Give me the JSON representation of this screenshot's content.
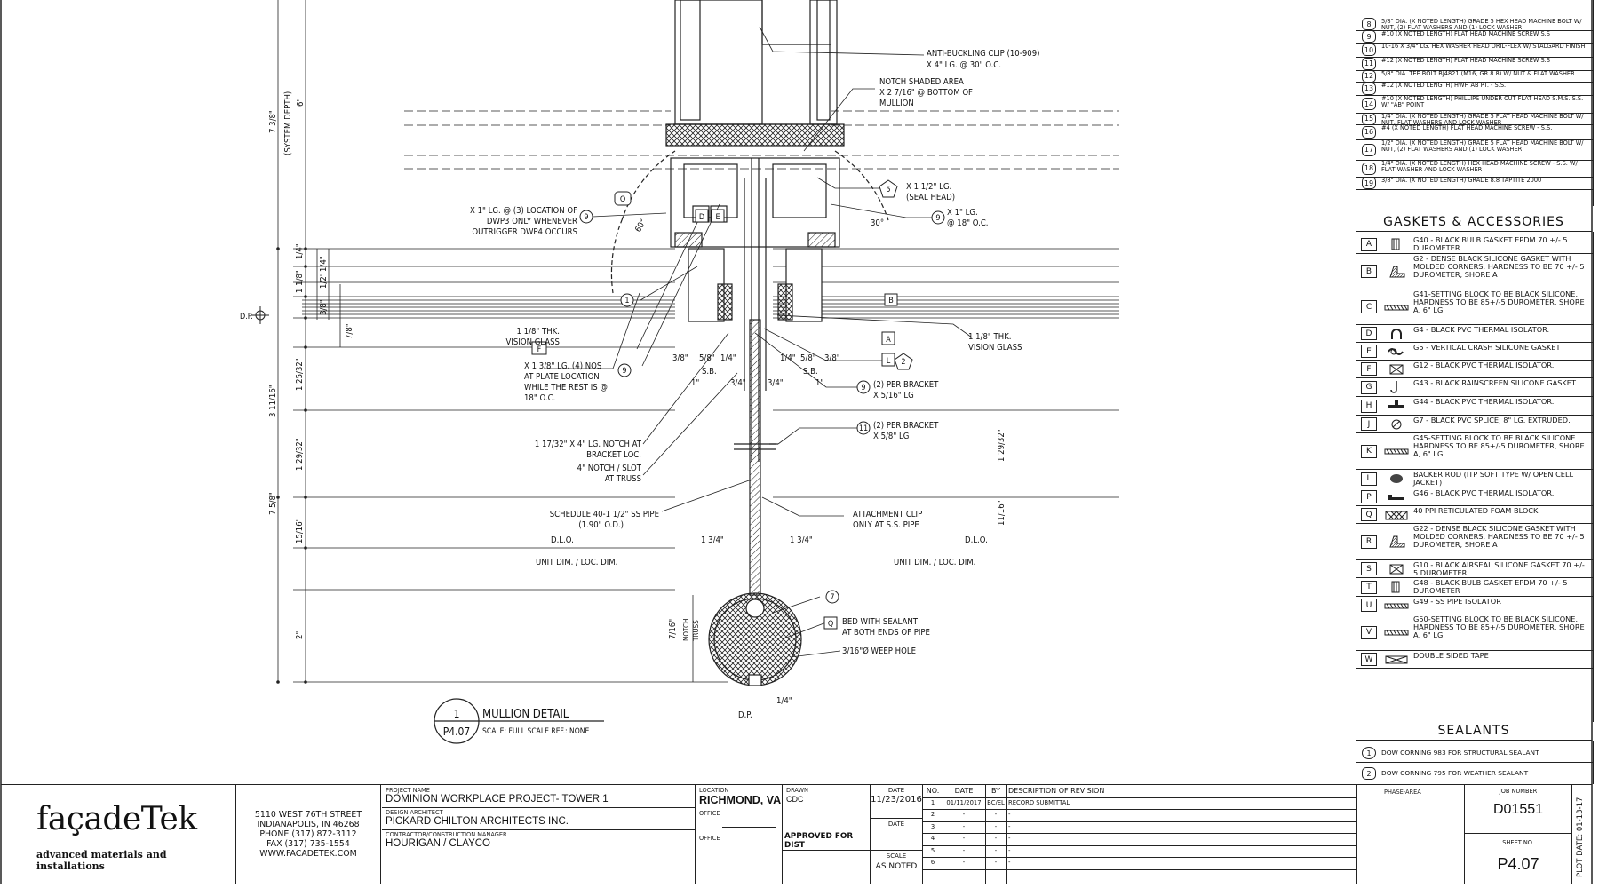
{
  "callouts": {
    "anti_buckling": [
      "ANTI-BUCKLING CLIP (10-909)",
      "X 4\" LG. @ 30\" O.C."
    ],
    "notch_shaded": [
      "NOTCH SHADED AREA",
      "X 2 7/16\" @ BOTTOM OF",
      "MULLION"
    ],
    "seal_head": [
      "X 1 1/2\" LG.",
      "(SEAL HEAD)"
    ],
    "tag_5": "5",
    "tag_9_right_text": [
      "X 1\" LG.",
      "@ 18\" O.C."
    ],
    "tag_9": "9",
    "left_9_text": [
      "X 1\" LG. @ (3) LOCATION OF",
      "DWP3 ONLY WHENEVER",
      "OUTRIGGER DWP4 OCCURS"
    ],
    "vision_glass_left": [
      "1 1/8\" THK.",
      "VISION GLASS"
    ],
    "vision_glass_right": [
      "1 1/8\" THK.",
      "VISION GLASS"
    ],
    "plate_location": [
      "X 1 3/8\" LG. (4) NOS",
      "AT PLATE LOCATION",
      "WHILE THE REST IS @",
      "18\" O.C."
    ],
    "bracket_9": [
      "(2) PER BRACKET",
      "X 5/16\" LG"
    ],
    "bracket_11": [
      "(2) PER BRACKET",
      "X 5/8\" LG"
    ],
    "notch_bracket": [
      "1 17/32\" X 4\" LG. NOTCH AT",
      "BRACKET LOC."
    ],
    "notch_slot": [
      "4\" NOTCH / SLOT",
      "AT TRUSS"
    ],
    "ss_pipe": [
      "SCHEDULE 40-1 1/2\" SS PIPE",
      "(1.90\" O.D.)"
    ],
    "attachment_clip": [
      "ATTACHMENT CLIP",
      "ONLY AT S.S. PIPE"
    ],
    "bed_sealant": [
      "BED WITH SEALANT",
      "AT BOTH ENDS OF PIPE"
    ],
    "weep_hole": "3/16\"Ø WEEP HOLE",
    "dlo": "D.L.O.",
    "unit_dim": "UNIT DIM. / LOC. DIM.",
    "dp": "D.P.",
    "notch_truss": [
      "NOTCH",
      "TRUSS"
    ]
  },
  "dimensions": {
    "system_depth": [
      "7 3/8\"",
      "(SYSTEM DEPTH)",
      "6\""
    ],
    "left_stack": [
      "1/4\"",
      "1 1/8\"",
      "1/2\"",
      "1/4\"",
      "3/8\"",
      "7/8\"",
      "1 25/32\"",
      "3 11/16\"",
      "1 29/32\"",
      "7 5/8\"",
      "15/16\"",
      "2\"",
      "7/16\""
    ],
    "glass_offsets_left": [
      "3/8\"",
      "5/8\"",
      "1/4\""
    ],
    "glass_offsets_right": [
      "1/4\"",
      "5/8\"",
      "3/8\""
    ],
    "sb": "S.B.",
    "one_inch": "1\"",
    "three_quarter": "3/4\"",
    "one_three_quarter": "1 3/4\"",
    "right_29_32": "1 29/32\"",
    "right_11_16": "11/16\"",
    "bottom_quarter": "1/4\"",
    "angle_30": "30°",
    "angle_60": "60°"
  },
  "detail_title": {
    "number": "1",
    "sheet": "P4.07",
    "name": "MULLION DETAIL",
    "scale": "SCALE: FULL SCALE  REF.: NONE"
  },
  "fasteners": [
    {
      "tag": "8",
      "desc": "5/8\" DIA. (X NOTED LENGTH) GRADE 5 HEX HEAD MACHINE BOLT W/ NUT, (2) FLAT WASHERS AND (1) LOCK WASHER"
    },
    {
      "tag": "9",
      "desc": "#10 (X NOTED LENGTH) FLAT HEAD MACHINE SCREW S.S"
    },
    {
      "tag": "10",
      "desc": "10-16 X 3/4\" LG. HEX WASHER HEAD DRIL-FLEX W/ STALGARD FINISH"
    },
    {
      "tag": "11",
      "desc": "#12 (X NOTED LENGTH) FLAT HEAD MACHINE SCREW S.S"
    },
    {
      "tag": "12",
      "desc": "5/8\" DIA. TEE BOLT BJ4821 (M16, GR 8.8) W/ NUT & FLAT WASHER"
    },
    {
      "tag": "13",
      "desc": "#12 (X NOTED LENGTH) HWH AB PT. - S.S."
    },
    {
      "tag": "14",
      "desc": "#10 (X NOTED LENGTH) PHILLIPS UNDER CUT FLAT HEAD S.M.S. S.S. W/ \"AB\" POINT"
    },
    {
      "tag": "15",
      "desc": "1/4\" DIA. (X NOTED LENGTH) GRADE 5 FLAT HEAD MACHINE BOLT W/ NUT, FLAT WASHERS AND LOCK WASHER"
    },
    {
      "tag": "16",
      "desc": "#4 (X NOTED LENGTH) FLAT HEAD MACHINE SCREW - S.S."
    },
    {
      "tag": "17",
      "desc": "1/2\" DIA. (X NOTED LENGTH) GRADE 5 FLAT HEAD MACHINE BOLT W/ NUT, (2) FLAT WASHERS AND (1) LOCK WASHER"
    },
    {
      "tag": "18",
      "desc": "1/4\" DIA. (X NOTED LENGTH) HEX HEAD MACHINE SCREW - S.S. W/ FLAT WASHER AND LOCK WASHER"
    },
    {
      "tag": "19",
      "desc": "3/8\" DIA. (X NOTED LENGTH) GRADE 8.8 TAPTITE 2000"
    }
  ],
  "gaskets_title": "GASKETS & ACCESSORIES",
  "gaskets": [
    {
      "letter": "A",
      "symbol": "bulb",
      "desc": "G40 - BLACK BULB GASKET EPDM 70 +/- 5 DUROMETER"
    },
    {
      "letter": "B",
      "symbol": "molded",
      "desc": "G2 - DENSE BLACK SILICONE GASKET WITH MOLDED CORNERS. HARDNESS TO BE 70 +/- 5 DUROMETER, SHORE A"
    },
    {
      "letter": "C",
      "symbol": "block",
      "desc": "G41-SETTING BLOCK TO BE BLACK SILICONE. HARDNESS TO BE 85+/-5 DUROMETER, SHORE A, 6\" LG."
    },
    {
      "letter": "D",
      "symbol": "pvc",
      "desc": "G4 - BLACK PVC THERMAL ISOLATOR."
    },
    {
      "letter": "E",
      "symbol": "crash",
      "desc": "G5 - VERTICAL CRASH SILICONE GASKET"
    },
    {
      "letter": "F",
      "symbol": "iso",
      "desc": "G12 - BLACK PVC THERMAL ISOLATOR."
    },
    {
      "letter": "G",
      "symbol": "hook",
      "desc": "G43 - BLACK RAINSCREEN SILICONE GASKET"
    },
    {
      "letter": "H",
      "symbol": "tee",
      "desc": "G44 - BLACK PVC THERMAL ISOLATOR."
    },
    {
      "letter": "J",
      "symbol": "splice",
      "desc": "G7 - BLACK PVC SPLICE, 8\" LG. EXTRUDED."
    },
    {
      "letter": "K",
      "symbol": "block2",
      "desc": "G45-SETTING BLOCK TO BE BLACK SILICONE. HARDNESS TO BE 85+/-5 DUROMETER, SHORE A, 6\" LG."
    },
    {
      "letter": "L",
      "symbol": "rod",
      "desc": "BACKER ROD (ITP SOFT TYPE W/ OPEN CELL JACKET)"
    },
    {
      "letter": "P",
      "symbol": "flat",
      "desc": "G46 - BLACK PVC THERMAL ISOLATOR."
    },
    {
      "letter": "Q",
      "symbol": "foam",
      "desc": "40 PPI RETICULATED FOAM BLOCK"
    },
    {
      "letter": "R",
      "symbol": "tall",
      "desc": "G22 - DENSE BLACK SILICONE GASKET WITH MOLDED CORNERS. HARDNESS TO BE 70 +/- 5 DUROMETER, SHORE A"
    },
    {
      "letter": "S",
      "symbol": "airseal",
      "desc": "G10 - BLACK AIRSEAL SILICONE GASKET 70 +/- 5 DUROMETER"
    },
    {
      "letter": "T",
      "symbol": "bulb2",
      "desc": "G48 - BLACK BULB GASKET EPDM 70 +/- 5 DUROMETER"
    },
    {
      "letter": "U",
      "symbol": "pipeiso",
      "desc": "G49 - SS PIPE ISOLATOR"
    },
    {
      "letter": "V",
      "symbol": "block3",
      "desc": "G50-SETTING BLOCK TO BE BLACK SILICONE. HARDNESS TO BE 85+/-5 DUROMETER, SHORE A, 6\" LG."
    },
    {
      "letter": "W",
      "symbol": "tape",
      "desc": "DOUBLE SIDED TAPE"
    }
  ],
  "sealants_title": "SEALANTS",
  "sealants": [
    {
      "tag": "1",
      "desc": "DOW CORNING 983 FOR STRUCTURAL SEALANT"
    },
    {
      "tag": "2",
      "desc": "DOW CORNING 795 FOR WEATHER SEALANT"
    }
  ],
  "title_block": {
    "company": "façadeTek",
    "tagline": "advanced materials and installations",
    "address": [
      "5110 WEST 76TH STREET",
      "INDIANAPOLIS, IN 46268",
      "PHONE (317) 872-3112",
      "FAX (317) 735-1554",
      "WWW.FACADETEK.COM"
    ],
    "project_name_label": "PROJECT NAME",
    "project_name": "DOMINION WORKPLACE PROJECT- TOWER 1",
    "architect_label": "DESIGN ARCHITECT",
    "architect": "PICKARD CHILTON ARCHITECTS INC.",
    "contractor_label": "CONTRACTOR/CONSTRUCTION MANAGER",
    "contractor": "HOURIGAN / CLAYCO",
    "location_label": "LOCATION",
    "location": "RICHMOND, VA",
    "office_label": "OFFICE",
    "drawn_label": "DRAWN",
    "drawn": "CDC",
    "approved": "APPROVED FOR DIST",
    "date_label": "DATE",
    "date": "11/23/2016",
    "scale_label": "SCALE",
    "scale": "AS NOTED",
    "rev_headers": [
      "NO.",
      "DATE",
      "BY",
      "DESCRIPTION OF REVISION"
    ],
    "revisions": [
      [
        "1",
        "01/11/2017",
        "BC/EL",
        "RECORD SUBMITTAL"
      ],
      [
        "2",
        "-",
        "-",
        "-"
      ],
      [
        "3",
        "-",
        "-",
        "-"
      ],
      [
        "4",
        "-",
        "-",
        "-"
      ],
      [
        "5",
        "-",
        "-",
        "-"
      ],
      [
        "6",
        "-",
        "-",
        "-"
      ]
    ],
    "phase_label": "PHASE-AREA",
    "job_label": "JOB NUMBER",
    "job_number": "D01551",
    "sheet_label": "SHEET NO.",
    "sheet_number": "P4.07",
    "plot_date": "PLOT DATE: 01-13-17"
  }
}
